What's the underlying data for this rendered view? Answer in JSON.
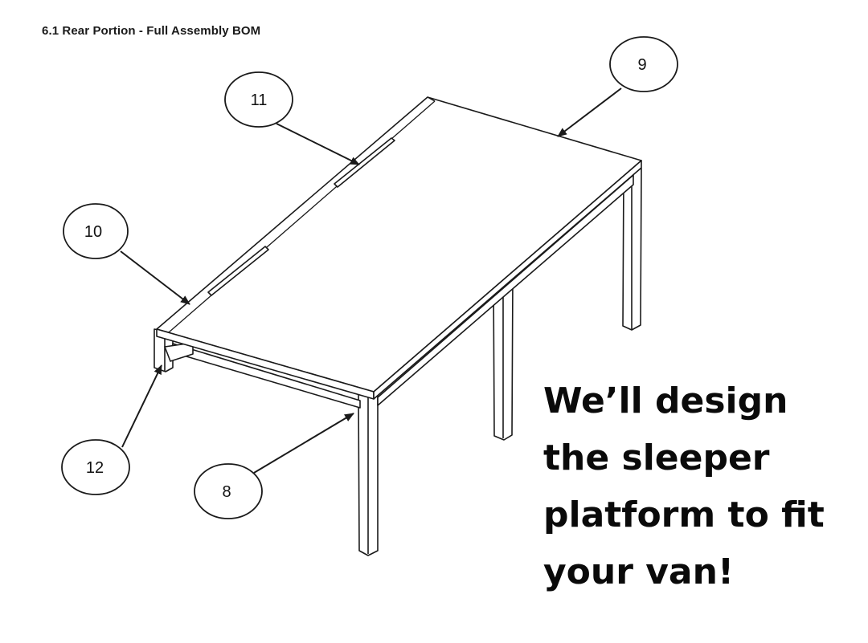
{
  "heading": "6.1 Rear Portion - Full Assembly BOM",
  "callouts": [
    {
      "id": "callout-11",
      "label": "11"
    },
    {
      "id": "callout-9",
      "label": "9"
    },
    {
      "id": "callout-10",
      "label": "10"
    },
    {
      "id": "callout-12",
      "label": "12"
    },
    {
      "id": "callout-8",
      "label": "8"
    }
  ],
  "tagline": {
    "line1": "We’ll design",
    "line2": "the sleeper",
    "line3": "platform to fit",
    "line4": "your van!"
  },
  "colors": {
    "line": "#1a1a1a",
    "background": "#ffffff"
  }
}
